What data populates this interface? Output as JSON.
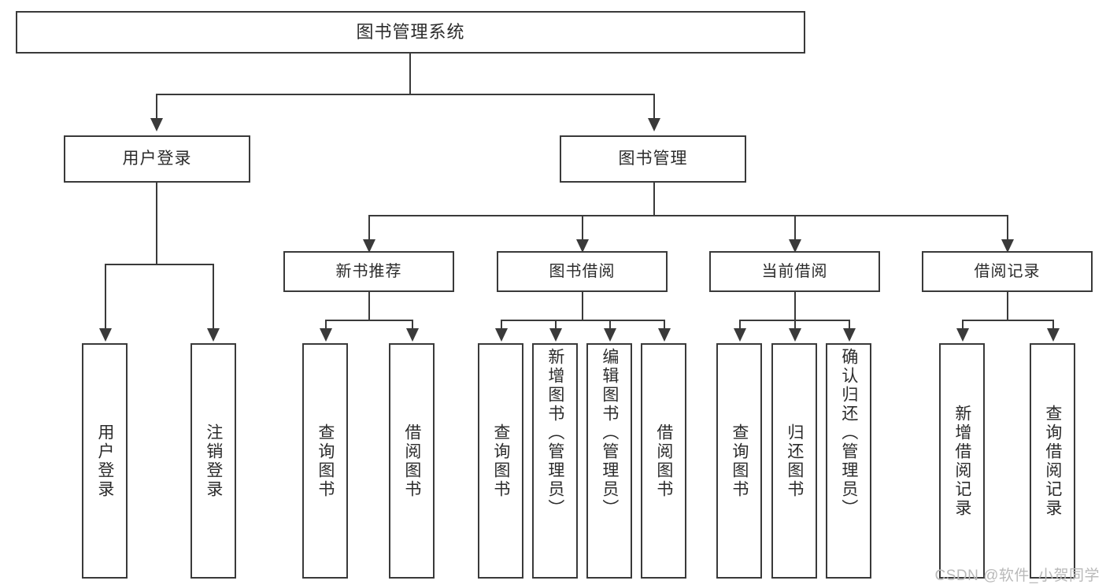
{
  "diagram": {
    "type": "tree-hierarchy-chart",
    "root": {
      "label": "图书管理系统"
    },
    "level2": [
      {
        "label": "用户登录"
      },
      {
        "label": "图书管理"
      }
    ],
    "level3": [
      {
        "label": "新书推荐"
      },
      {
        "label": "图书借阅"
      },
      {
        "label": "当前借阅"
      },
      {
        "label": "借阅记录"
      }
    ],
    "leaves": {
      "user_login": [
        {
          "label": "用户登录"
        },
        {
          "label": "注销登录"
        }
      ],
      "new_book_recommend": [
        {
          "label": "查询图书"
        },
        {
          "label": "借阅图书"
        }
      ],
      "book_borrow": [
        {
          "label": "查询图书"
        },
        {
          "label": "新增图书（管理员）"
        },
        {
          "label": "编辑图书（管理员）"
        },
        {
          "label": "借阅图书"
        }
      ],
      "current_borrow": [
        {
          "label": "查询图书"
        },
        {
          "label": "归还图书"
        },
        {
          "label": "确认归还（管理员）"
        }
      ],
      "borrow_record": [
        {
          "label": "新增借阅记录"
        },
        {
          "label": "查询借阅记录"
        }
      ]
    }
  },
  "watermark": {
    "text": "CSDN @软件_小贺同学"
  },
  "colors": {
    "border": "#3a3a3a",
    "text": "#2b2b2b",
    "background": "#ffffff",
    "watermark": "#b9b9b9"
  }
}
